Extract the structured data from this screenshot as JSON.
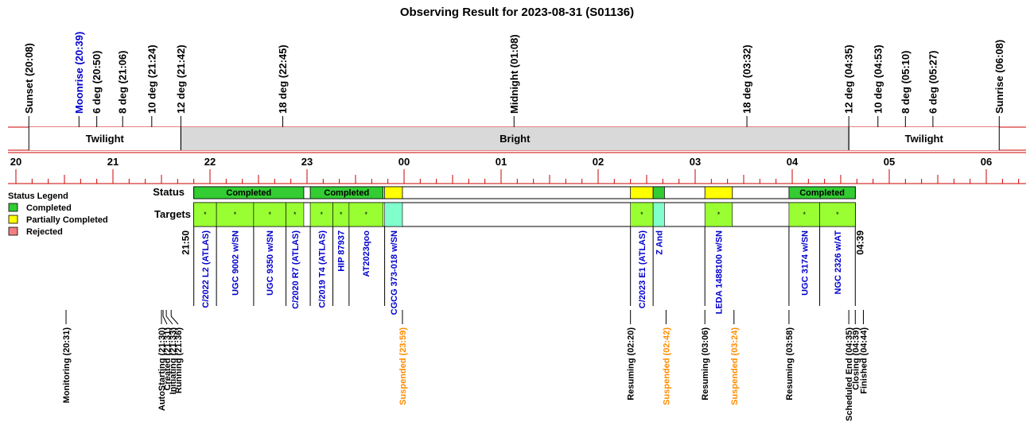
{
  "chart_data": {
    "type": "timeline",
    "title": "Observing Result for 2023-08-31 (S01136)",
    "x_range": [
      "19:56",
      "06:20"
    ],
    "sun_moon_events": [
      {
        "label": "Sunset (20:08)",
        "time": "20:08",
        "color": "#000000"
      },
      {
        "label": "Moonrise (20:39)",
        "time": "20:39",
        "color": "#0000cc"
      },
      {
        "label": "6 deg (20:50)",
        "time": "20:50",
        "color": "#000000"
      },
      {
        "label": "8 deg (21:06)",
        "time": "21:06",
        "color": "#000000"
      },
      {
        "label": "10 deg (21:24)",
        "time": "21:24",
        "color": "#000000"
      },
      {
        "label": "12 deg (21:42)",
        "time": "21:42",
        "color": "#000000"
      },
      {
        "label": "18 deg (22:45)",
        "time": "22:45",
        "color": "#000000"
      },
      {
        "label": "Midnight (01:08)",
        "time": "01:08",
        "color": "#000000"
      },
      {
        "label": "18 deg (03:32)",
        "time": "03:32",
        "color": "#000000"
      },
      {
        "label": "12 deg (04:35)",
        "time": "04:35",
        "color": "#000000"
      },
      {
        "label": "10 deg (04:53)",
        "time": "04:53",
        "color": "#000000"
      },
      {
        "label": "8 deg (05:10)",
        "time": "05:10",
        "color": "#000000"
      },
      {
        "label": "6 deg (05:27)",
        "time": "05:27",
        "color": "#000000"
      },
      {
        "label": "Sunrise (06:08)",
        "time": "06:08",
        "color": "#000000"
      }
    ],
    "sky_bands": [
      {
        "label": "Twilight",
        "start": "20:08",
        "end": "21:42",
        "color": "#ffffff"
      },
      {
        "label": "Bright",
        "start": "21:42",
        "end": "04:35",
        "color": "#d9d9d9"
      },
      {
        "label": "Twilight",
        "start": "04:35",
        "end": "06:08",
        "color": "#ffffff"
      }
    ],
    "hour_ticks": [
      "20",
      "21",
      "22",
      "23",
      "00",
      "01",
      "02",
      "03",
      "04",
      "05",
      "06"
    ],
    "rows": {
      "status": "Status",
      "targets": "Targets"
    },
    "legend": {
      "title": "Status Legend",
      "items": [
        {
          "label": "Completed",
          "color": "#33cc33"
        },
        {
          "label": "Partially Completed",
          "color": "#ffff00"
        },
        {
          "label": "Rejected",
          "color": "#f08080"
        }
      ]
    },
    "status_frame": {
      "start": "21:50",
      "end": "04:39"
    },
    "status_bars": [
      {
        "start": "21:50",
        "end": "22:58",
        "color": "#33cc33",
        "label": "Completed"
      },
      {
        "start": "23:02",
        "end": "23:47",
        "color": "#33cc33",
        "label": "Completed"
      },
      {
        "start": "23:48",
        "end": "23:59",
        "color": "#ffff00",
        "label": ""
      },
      {
        "start": "02:20",
        "end": "02:34",
        "color": "#ffff00",
        "label": ""
      },
      {
        "start": "02:34",
        "end": "02:41",
        "color": "#33cc33",
        "label": ""
      },
      {
        "start": "03:06",
        "end": "03:23",
        "color": "#ffff00",
        "label": ""
      },
      {
        "start": "03:58",
        "end": "04:39",
        "color": "#33cc33",
        "label": "Completed"
      }
    ],
    "targets": [
      {
        "name": "C/2022 L2 (ATLAS)",
        "start": "21:50",
        "end": "22:04",
        "color": "#99ff33",
        "mark": "*"
      },
      {
        "name": "UGC 9002 w/SN",
        "start": "22:04",
        "end": "22:27",
        "color": "#99ff33",
        "mark": "*"
      },
      {
        "name": "UGC 9350 w/SN",
        "start": "22:27",
        "end": "22:47",
        "color": "#99ff33",
        "mark": "*"
      },
      {
        "name": "C/2020 R7 (ATLAS)",
        "start": "22:47",
        "end": "22:58",
        "color": "#99ff33",
        "mark": "*"
      },
      {
        "name": "C/2019 T4 (ATLAS)",
        "start": "23:02",
        "end": "23:16",
        "color": "#99ff33",
        "mark": "*"
      },
      {
        "name": "HIP 87937",
        "start": "23:16",
        "end": "23:26",
        "color": "#99ff33",
        "mark": "*"
      },
      {
        "name": "AT2023qoo",
        "start": "23:26",
        "end": "23:47",
        "color": "#99ff33",
        "mark": "*"
      },
      {
        "name": "CGCG 373-018 w/SN",
        "start": "23:48",
        "end": "23:59",
        "color": "#80ffcc",
        "mark": ""
      },
      {
        "name": "C/2023 E1 (ATLAS)",
        "start": "02:20",
        "end": "02:34",
        "color": "#99ff33",
        "mark": "*"
      },
      {
        "name": "Z And",
        "start": "02:34",
        "end": "02:41",
        "color": "#80ffcc",
        "mark": ""
      },
      {
        "name": "LEDA 1488100 w/SN",
        "start": "03:06",
        "end": "03:23",
        "color": "#99ff33",
        "mark": "*"
      },
      {
        "name": "UGC 3174 w/SN",
        "start": "03:58",
        "end": "04:17",
        "color": "#99ff33",
        "mark": "*"
      },
      {
        "name": "NGC 2326 w/AT",
        "start": "04:17",
        "end": "04:39",
        "color": "#99ff33",
        "mark": "*"
      }
    ],
    "range_labels": [
      {
        "label": "21:50",
        "time": "21:50",
        "side": "left"
      },
      {
        "label": "04:39",
        "time": "04:39",
        "side": "right"
      }
    ],
    "events": [
      {
        "label": "Monitoring (20:31)",
        "time": "20:31",
        "color": "#000000"
      },
      {
        "label": "AutoStarting (21:30)",
        "time": "21:30",
        "color": "#000000"
      },
      {
        "label": "Created (21:31)",
        "time": "21:31",
        "color": "#000000"
      },
      {
        "label": "Initiating (21:33)",
        "time": "21:33",
        "color": "#000000"
      },
      {
        "label": "Running (21:36)",
        "time": "21:36",
        "color": "#000000"
      },
      {
        "label": "Suspended (23:59)",
        "time": "23:59",
        "color": "#ff8c00"
      },
      {
        "label": "Resuming (02:20)",
        "time": "02:20",
        "color": "#000000"
      },
      {
        "label": "Suspended (02:42)",
        "time": "02:42",
        "color": "#ff8c00"
      },
      {
        "label": "Resuming (03:06)",
        "time": "03:06",
        "color": "#000000"
      },
      {
        "label": "Suspended (03:24)",
        "time": "03:24",
        "color": "#ff8c00"
      },
      {
        "label": "Resuming (03:58)",
        "time": "03:58",
        "color": "#000000"
      },
      {
        "label": "Scheduled End (04:35)",
        "time": "04:35",
        "color": "#000000"
      },
      {
        "label": "Closing (04:39)",
        "time": "04:39",
        "color": "#000000"
      },
      {
        "label": "Finished (04:44)",
        "time": "04:44",
        "color": "#000000"
      }
    ]
  }
}
